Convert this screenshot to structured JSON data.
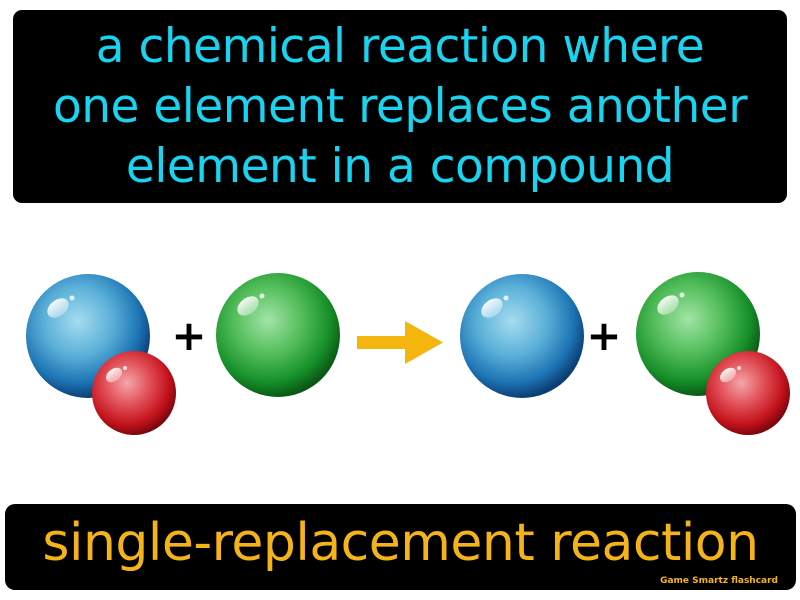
{
  "definition": {
    "lines": [
      "a chemical reaction where",
      "one element replaces another",
      "element in a compound"
    ]
  },
  "term": "single-replacement reaction",
  "brand": "Game Smartz flashcard",
  "operators": {
    "plus_left": "+",
    "plus_right": "+"
  },
  "colors": {
    "definition_text": "#19d4f0",
    "term_text": "#f5b31a",
    "background_box": "#000000",
    "arrow": "#f5b50f",
    "blue_sphere": "#1a6fb0",
    "green_sphere": "#1e9a2a",
    "red_sphere": "#c8141c",
    "operator": "#000000"
  },
  "icons": {
    "blue_sphere": "blue-atom-sphere",
    "green_sphere": "green-atom-sphere",
    "red_sphere": "red-atom-sphere",
    "reaction_arrow": "right-arrow"
  }
}
